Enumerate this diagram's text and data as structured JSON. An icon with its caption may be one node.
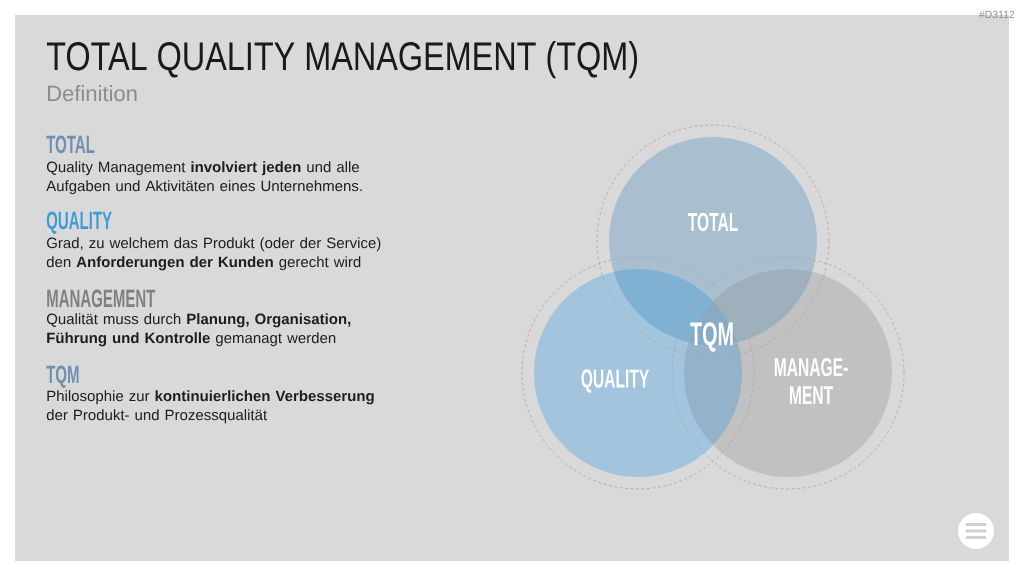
{
  "diagram": {
    "title": "TOTAL QUALITY MANAGEMENT (TQM)",
    "nodes": [
      {
        "text": [
          "TOTAL"
        ]
      },
      {
        "text": [
          "QUALITY"
        ]
      },
      {
        "text": [
          "MANAGE- MENT"
        ]
      }
    ],
    "labels": [
      "#D3112",
      "Definition",
      "TOTAL",
      "Quality Management **involviert jeden** und alle Aufgaben und Aktivitäten eines Unternehmens.",
      "QUALITY",
      "Grad, zu welchem das Produkt (oder der Service) den **Anforderungen der Kunden** gerecht wird",
      "MANAGEMENT",
      "Qualität muss durch **Planung, Organisation, Führung und Kontrolle** gemanagt werden",
      "TQM",
      "Philosophie zur **kontinuierlichen Verbesserung** der Produkt- und Prozessqualität",
      "TQM"
    ]
  }
}
